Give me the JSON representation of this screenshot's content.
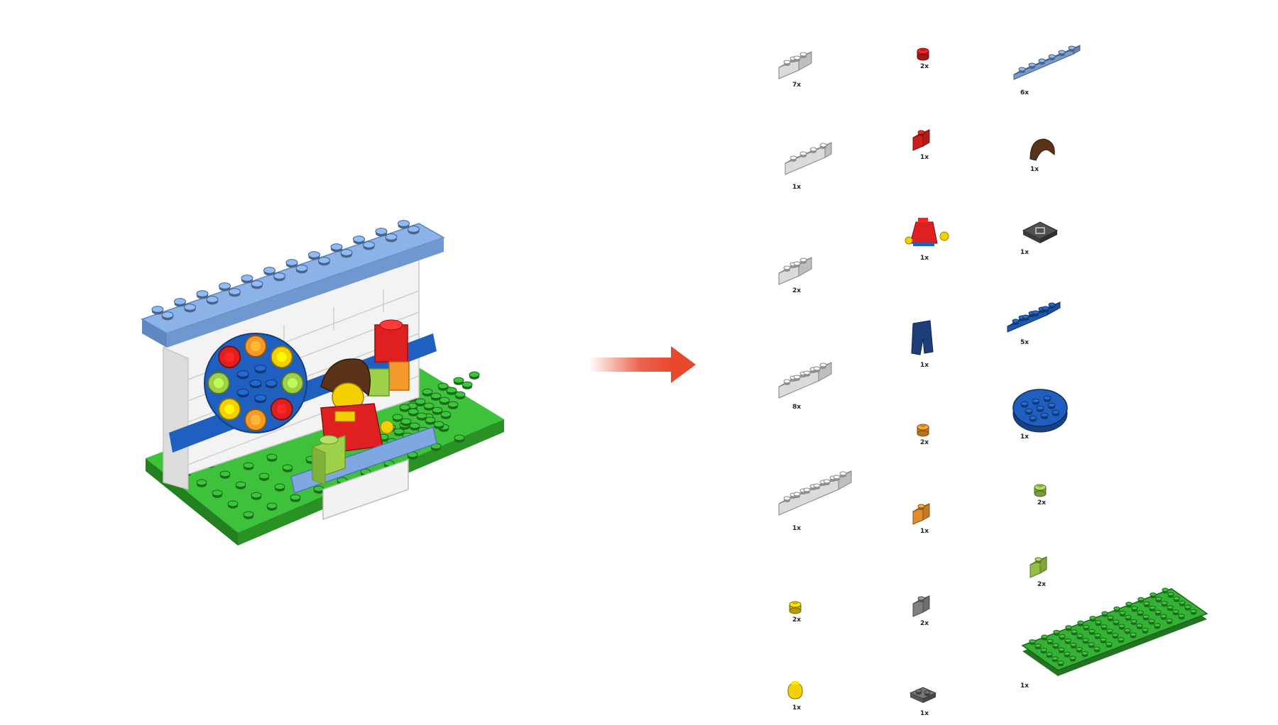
{
  "diagram": {
    "kind": "lego-instruction-parts-list",
    "assembled_model": {
      "description_icon": "lego-fireplace-model",
      "colors": {
        "light_blue": "#7fa8e0",
        "white": "#f4f4f4",
        "green": "#34b233",
        "blue": "#1f5fbf",
        "red": "#e02020",
        "orange": "#f39a2b",
        "yellow": "#f4d000",
        "lime": "#9fd04a",
        "brown": "#5a3318"
      }
    },
    "arrow": {
      "icon": "right-arrow-icon",
      "color": "#e8482c"
    },
    "parts_columns": [
      [
        {
          "icon": "brick-2x2-white",
          "color": "#eeeeee",
          "qty": "7x"
        },
        {
          "icon": "brick-1x4-white",
          "color": "#eeeeee",
          "qty": "1x"
        },
        {
          "icon": "brick-2x2-white",
          "color": "#eeeeee",
          "qty": "2x"
        },
        {
          "icon": "brick-2x4-white",
          "color": "#eeeeee",
          "qty": "8x"
        },
        {
          "icon": "brick-2x6-white",
          "color": "#eeeeee",
          "qty": "1x"
        },
        {
          "icon": "round-stud-yellow",
          "color": "#f4d000",
          "qty": "2x"
        },
        {
          "icon": "minifig-head-yellow",
          "color": "#f4d000",
          "qty": "1x"
        }
      ],
      [
        {
          "icon": "round-stud-red",
          "color": "#e02020",
          "qty": "2x"
        },
        {
          "icon": "brick-1x1-red",
          "color": "#e02020",
          "qty": "1x"
        },
        {
          "icon": "minifig-torso-red",
          "color": "#e02020",
          "qty": "1x"
        },
        {
          "icon": "minifig-legs-blue",
          "color": "#1c3f7a",
          "qty": "1x"
        },
        {
          "icon": "round-stud-orange",
          "color": "#f39a2b",
          "qty": "2x"
        },
        {
          "icon": "brick-1x1-orange",
          "color": "#f39a2b",
          "qty": "1x"
        },
        {
          "icon": "brick-1x1-gray",
          "color": "#8a8a8a",
          "qty": "2x"
        },
        {
          "icon": "plate-2x2-dark-gray",
          "color": "#6a6a6a",
          "qty": "1x"
        }
      ],
      [
        {
          "icon": "plate-1x6-light-blue",
          "color": "#7fa8e0",
          "qty": "6x"
        },
        {
          "icon": "minifig-hair-brown",
          "color": "#5a3318",
          "qty": "1x"
        },
        {
          "icon": "tile-2x2-dark-gray",
          "color": "#4a4a4a",
          "qty": "1x"
        },
        {
          "icon": "plate-2x3-blue",
          "color": "#1f5fbf",
          "qty": "5x"
        },
        {
          "icon": "round-plate-4x4-blue",
          "color": "#1f5fbf",
          "qty": "1x"
        },
        {
          "icon": "round-stud-lime",
          "color": "#9fd04a",
          "qty": "2x"
        },
        {
          "icon": "brick-1x1-lime",
          "color": "#9fd04a",
          "qty": "2x"
        },
        {
          "icon": "baseplate-6x12-green",
          "color": "#34b233",
          "qty": "1x"
        }
      ]
    ]
  }
}
